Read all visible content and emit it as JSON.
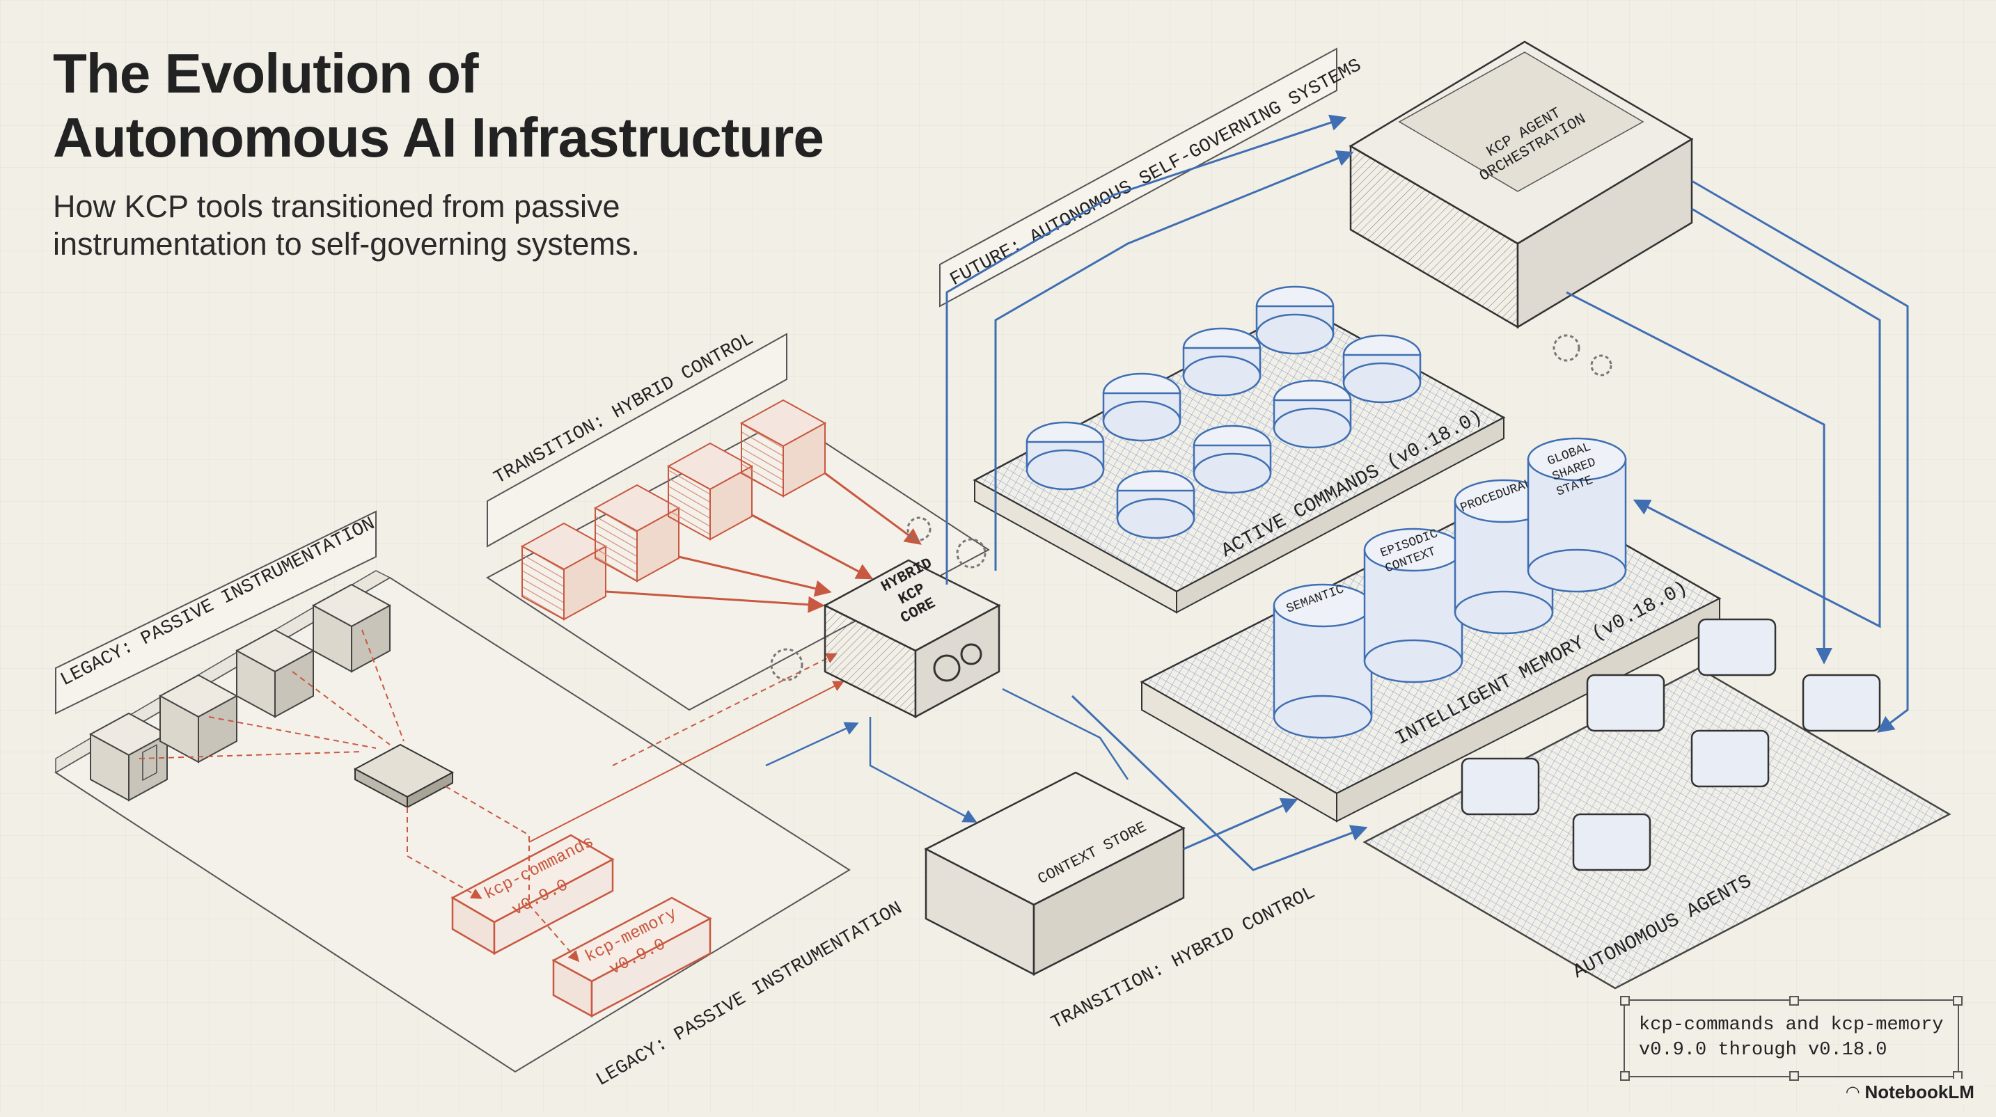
{
  "header": {
    "title_line1": "The Evolution of",
    "title_line2": "Autonomous AI Infrastructure",
    "subtitle_line1": "How KCP tools transitioned from passive",
    "subtitle_line2": "instrumentation to self-governing systems."
  },
  "stages": {
    "legacy": "LEGACY: PASSIVE INSTRUMENTATION",
    "transition": "TRANSITION: HYBRID CONTROL",
    "future": "FUTURE: AUTONOMOUS SELF-GOVERNING SYSTEMS"
  },
  "components": {
    "kcp_commands": "kcp-commands",
    "kcp_memory": "kcp-memory",
    "legacy_version": "v0.9.0",
    "hybrid_core_1": "HYBRID",
    "hybrid_core_2": "KCP",
    "hybrid_core_3": "CORE",
    "context_store": "CONTEXT STORE",
    "active_commands": "ACTIVE COMMANDS (v0.18.0)",
    "intelligent_memory": "INTELLIGENT MEMORY (v0.18.0)",
    "autonomous_agents": "AUTONOMOUS AGENTS",
    "kcp_agent_orchestration_1": "KCP AGENT",
    "kcp_agent_orchestration_2": "ORCHESTRATION",
    "global_shared_1": "GLOBAL",
    "global_shared_2": "SHARED",
    "global_shared_3": "STATE",
    "semantic_1": "SEMANTIC",
    "episodic_1": "EPISODIC",
    "episodic_2": "CONTEXT",
    "procedural_1": "PROCEDURAL"
  },
  "caption": {
    "line1": "kcp-commands and kcp-memory",
    "line2": "v0.9.0 through v0.18.0"
  },
  "branding": {
    "logo": "NotebookLM"
  },
  "colors": {
    "background": "#f2efe7",
    "legacy_red": "#c8583f",
    "future_blue": "#3f6fb2",
    "ink": "#333333"
  }
}
